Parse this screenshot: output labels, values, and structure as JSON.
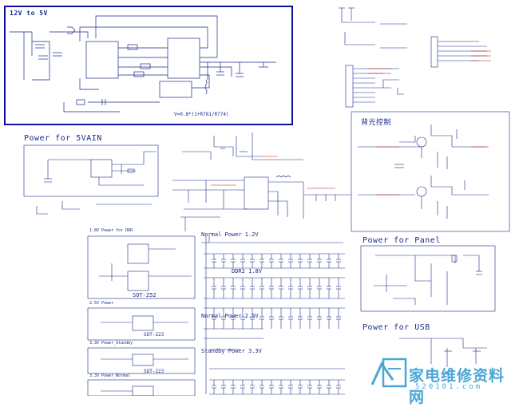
{
  "titles": {
    "v12to5": "12V to 5V",
    "formula": "V=0.8*(1+R781/R774)",
    "power_5vain": "Power for 5VAIN",
    "backlight": "背光控制",
    "power_panel": "Power for Panel",
    "power_usb": "Power for USB",
    "ddr18": "1.8V Power for DDR",
    "sot252": "SOT-252",
    "p25": "2.5V Power",
    "sot223_a": "SOT-223",
    "standby33": "3.3V Power_Standby",
    "sot223_b": "SOT-223",
    "normal33": "3.3V Power_Normal",
    "normal12": "Normal Power 1.2V",
    "ddr2": "DDR2 1.8V",
    "normal25": "Normal Power 2.5V",
    "standby33b": "Standby Power 3.3V"
  },
  "watermark": {
    "text": "家电维修资料网",
    "url": "520101.com"
  },
  "colors": {
    "wire": "#1a2a8a",
    "text": "#1a2a8a",
    "highlight_box": "#1010a0",
    "wire_red": "#c01818",
    "watermark": "#4aa6d6"
  }
}
